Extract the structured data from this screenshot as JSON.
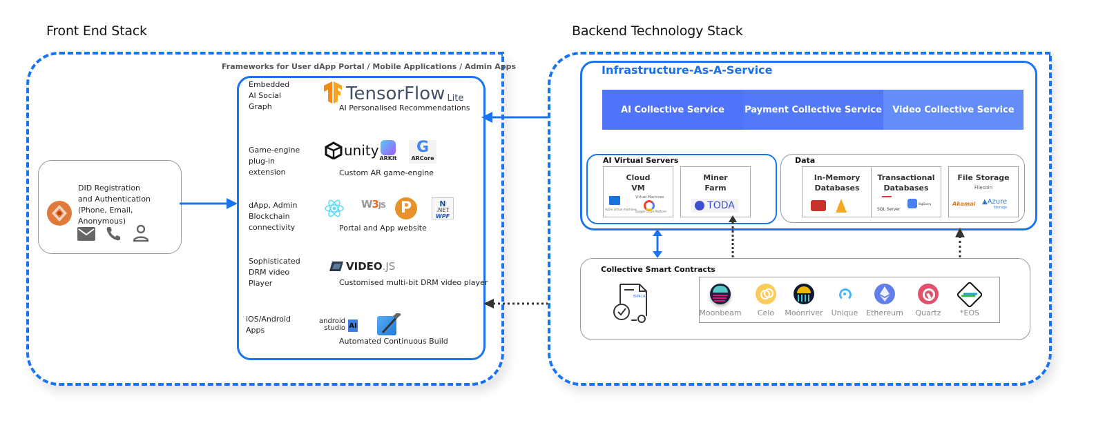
{
  "frontend": {
    "title": "Front End Stack",
    "frameworks_caption": "Frameworks for User dApp Portal / Mobile Applications / Admin Apps",
    "did": {
      "line1": "DID Registration",
      "line2": "and Authentication",
      "line3": "(Phone, Email, Anonymous)",
      "icons": [
        "mail-icon",
        "phone-icon",
        "user-icon"
      ]
    },
    "rows": [
      {
        "label_lines": [
          "Embedded",
          "AI Social",
          "Graph"
        ],
        "logo_main": "TensorFlow",
        "logo_sub": "Lite",
        "description": "AI Personalised Recommendations"
      },
      {
        "label_lines": [
          "Game-engine",
          "plug-in",
          "extension"
        ],
        "logo_main": "unity",
        "badges": [
          "ARKit",
          "ARCore"
        ],
        "description": "Custom AR game-engine"
      },
      {
        "label_lines": [
          "dApp, Admin",
          "Blockchain",
          "connectivity"
        ],
        "logos": [
          "React",
          "Web3.js",
          "Polkadot",
          ".NET WPF"
        ],
        "net_text": ".NET",
        "wpf_text": "WPF",
        "description": "Portal and App website"
      },
      {
        "label_lines": [
          "Sophisticated",
          "DRM video",
          "Player"
        ],
        "logo_main": "VIDEO",
        "logo_sub": ".JS",
        "description": "Customised multi-bit DRM video player"
      },
      {
        "label_lines": [
          "iOS/Android",
          "Apps"
        ],
        "logo_line1": "android",
        "logo_line2": "studio",
        "logo_ai": "AI",
        "description": "Automated Continuous Build"
      }
    ]
  },
  "backend": {
    "title": "Backend Technology Stack",
    "iaas": {
      "title": "Infrastructure-As-A-Service",
      "services": [
        {
          "label": "AI Collective Service",
          "color": "#4f73f9"
        },
        {
          "label": "Payment Collective Service",
          "color": "#5179f8"
        },
        {
          "label": "Video Collective Service",
          "color": "#638df9"
        }
      ],
      "ai_virtual_servers": {
        "title": "AI Virtual Servers",
        "cards": [
          {
            "title_lines": [
              "Cloud",
              "VM"
            ],
            "tiny1": "Virtual Machines",
            "tiny2": "Google Cloud Platform",
            "tiny3": "Azure virtual machines"
          },
          {
            "title_lines": [
              "Miner",
              "Farm"
            ],
            "logo": "TODA"
          }
        ]
      },
      "data": {
        "title": "Data",
        "cards": [
          {
            "title_lines": [
              "In-Memory",
              "Databases"
            ]
          },
          {
            "title_lines": [
              "Transactional",
              "Databases"
            ],
            "logo1": "SQL Server",
            "logo2": "BigQuery"
          },
          {
            "title_lines": [
              "File Storage"
            ],
            "subtitle": "Filecoin",
            "logo1": "Akamai",
            "logo2": "Azure",
            "logo2_sub": "Storage"
          }
        ]
      }
    },
    "smart_contracts": {
      "title": "Collective Smart Contracts",
      "doc_tag": "EIP4141",
      "chains": [
        {
          "name": "Moonbeam",
          "color": "#1a1f3a"
        },
        {
          "name": "Celo",
          "color": "#fbcc5c"
        },
        {
          "name": "Moonriver",
          "color": "#0e1a33"
        },
        {
          "name": "Unique",
          "color": "#ffffff"
        },
        {
          "name": "Ethereum",
          "color": "#627eea"
        },
        {
          "name": "Quartz",
          "color": "#e0526b"
        },
        {
          "name": "*EOS",
          "color": "#ffffff"
        }
      ]
    }
  },
  "colors": {
    "accent": "#1a73f0",
    "arrow_dark": "#333333"
  }
}
